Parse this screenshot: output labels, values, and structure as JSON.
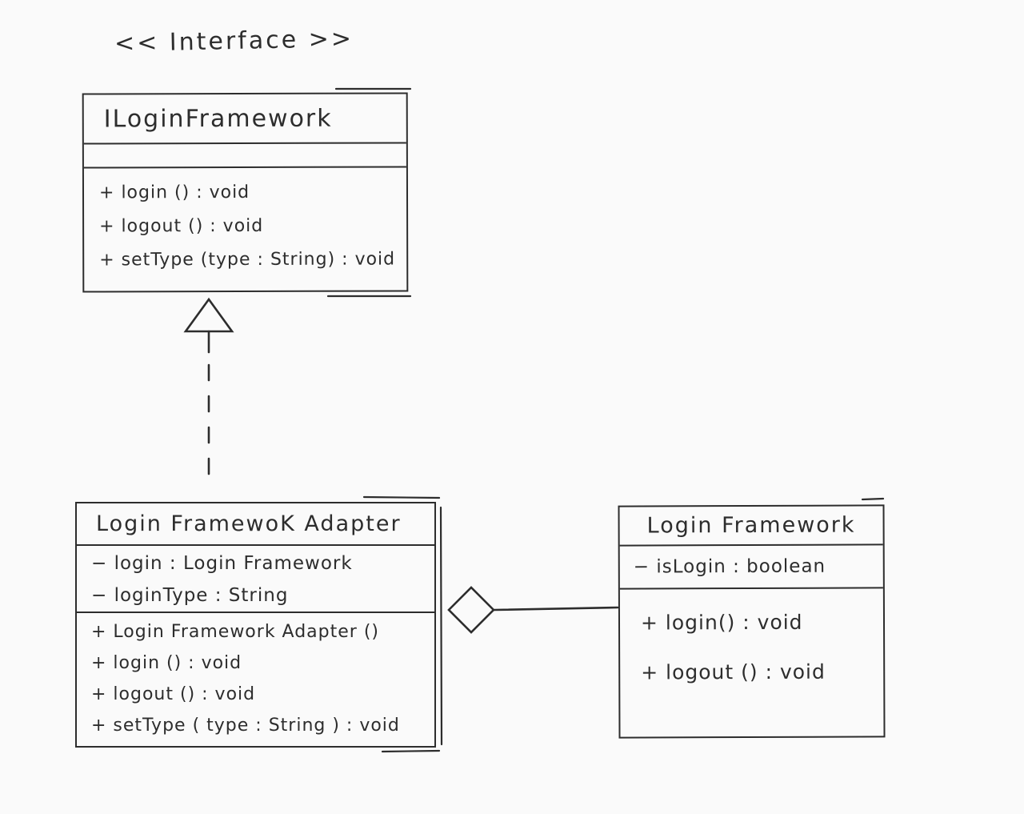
{
  "canvas": {
    "background": "#fafafa",
    "ink": "#2d2d2d"
  },
  "stereotype": "<< Interface >>",
  "classes": [
    {
      "name": "ILoginFramework",
      "attributes": [],
      "methods": [
        "+ login () : void",
        "+ logout () : void",
        "+ setType (type : String) : void"
      ]
    },
    {
      "name": "Login FramewoK Adapter",
      "attributes": [
        "− login :  Login Framework",
        "− loginType :  String"
      ],
      "methods": [
        "+ Login Framework Adapter ()",
        "+ login () : void",
        "+ logout () : void",
        "+ setType ( type :  String ) : void"
      ]
    },
    {
      "name": "Login Framework",
      "attributes": [
        "− isLogin : boolean"
      ],
      "methods": [
        "+ login() : void",
        "+ logout () : void"
      ]
    }
  ],
  "relationships": [
    {
      "type": "realization",
      "from": "Login FramewoK Adapter",
      "to": "ILoginFramework",
      "notation": "dashed line with hollow triangle arrowhead"
    },
    {
      "type": "aggregation",
      "from": "Login FramewoK Adapter",
      "to": "Login Framework",
      "notation": "solid line with hollow diamond"
    }
  ]
}
